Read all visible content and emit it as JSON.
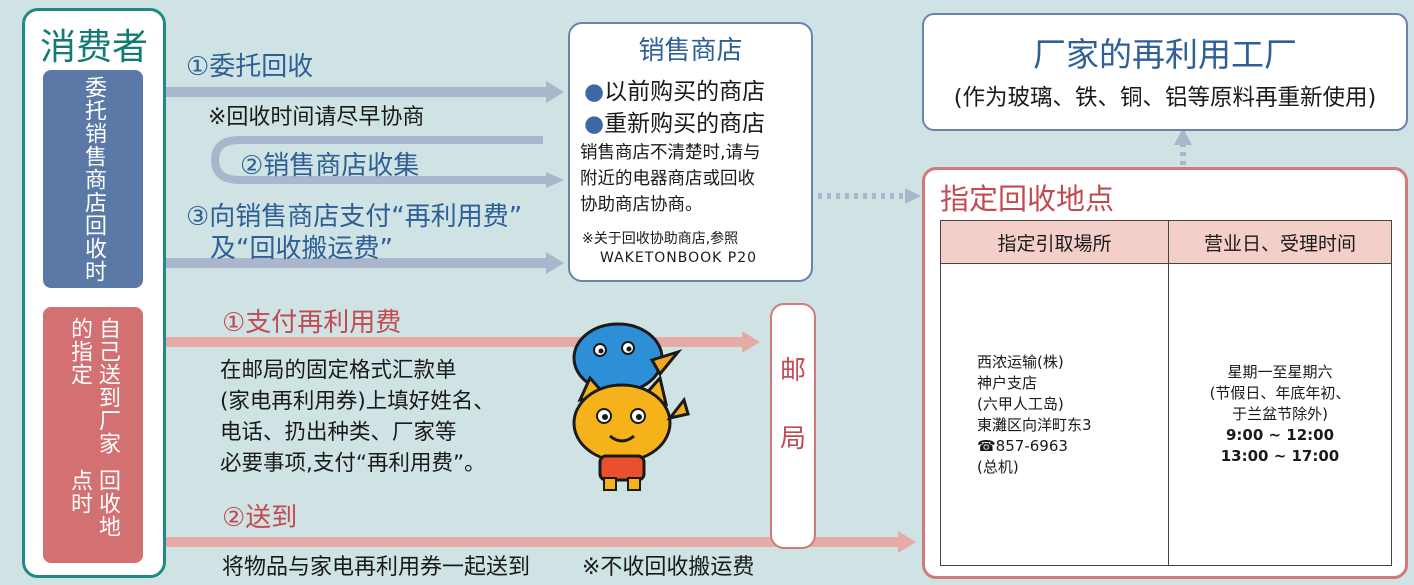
{
  "consumer": {
    "title": "消费者",
    "store_route_label": "委托销售商店回收时",
    "self_route_col1": "回收地点时",
    "self_route_col2": "自己送到厂家的指定"
  },
  "store_route": {
    "step1": "①委托回收",
    "step1_note": "※回收时间请尽早协商",
    "step2": "②销售商店收集",
    "step3_line1": "③向销售商店支付“再利用费”",
    "step3_line2": "及“回收搬运费”"
  },
  "store": {
    "title": "销售商店",
    "item1": "以前购买的商店",
    "item2": "重新购买的商店",
    "desc_line1": "销售商店不清楚时,请与",
    "desc_line2": "附近的电器商店或回收",
    "desc_line3": "协助商店协商。",
    "ref_line1": "※关于回收协助商店,参照",
    "ref_line2": "WAKETONBOOK P20",
    "bullet": "●"
  },
  "self_route": {
    "step1": "①支付再利用费",
    "step1_lines": [
      "在邮局的固定格式汇款单",
      "(家电再利用券)上填好姓名、",
      "电话、扔出种类、厂家等",
      "必要事项,支付“再利用费”。"
    ],
    "step2": "②送到",
    "step2_note_a": "将物品与家电再利用券一起送到",
    "step2_note_b": "※不收回收搬运费"
  },
  "post_office": {
    "char1": "邮",
    "char2": "局"
  },
  "factory": {
    "title": "厂家的再利用工厂",
    "subtitle": "(作为玻璃、铁、铜、铝等原料再重新使用)"
  },
  "collection_point": {
    "title": "指定回收地点",
    "col1_header": "指定引取場所",
    "col2_header": "营业日、受理时间",
    "address_lines": [
      "西浓运输(株)",
      "神户支店",
      "(六甲人工岛)",
      "東灘区向洋町东3",
      "☎857-6963",
      "(总机)"
    ],
    "hours_lines": [
      "星期一至星期六",
      "(节假日、年底年初、",
      "于兰盆节除外)",
      "9:00 ~ 12:00",
      "13:00 ~ 17:00"
    ]
  },
  "colors": {
    "teal": "#1f8a86",
    "blue": "#5a79a6",
    "red": "#d27072",
    "arrow_blue": "#a9b6cc",
    "arrow_red": "#e6aaa7",
    "background": "#cfe3e4"
  }
}
